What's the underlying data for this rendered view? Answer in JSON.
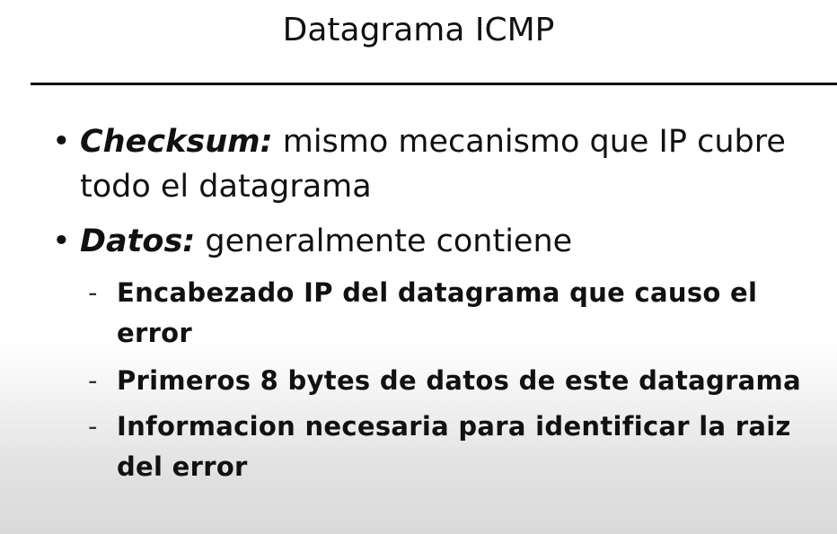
{
  "slide": {
    "title": "Datagrama ICMP",
    "bullets": [
      {
        "marker": "•",
        "term": "Checksum:",
        "line1_rest": " mismo mecanismo que IP cubre",
        "line2": "todo el datagrama"
      },
      {
        "marker": "•",
        "term": "Datos:",
        "line1_rest": " generalmente contiene"
      }
    ],
    "sub_bullets": [
      {
        "marker": "-",
        "line1": "Encabezado IP del datagrama que causo el",
        "line2": "error"
      },
      {
        "marker": "-",
        "line1": "Primeros 8 bytes de datos de este datagrama"
      },
      {
        "marker": "-",
        "line1": "Informacion necesaria para identificar la raiz",
        "line2": "del error"
      }
    ]
  }
}
